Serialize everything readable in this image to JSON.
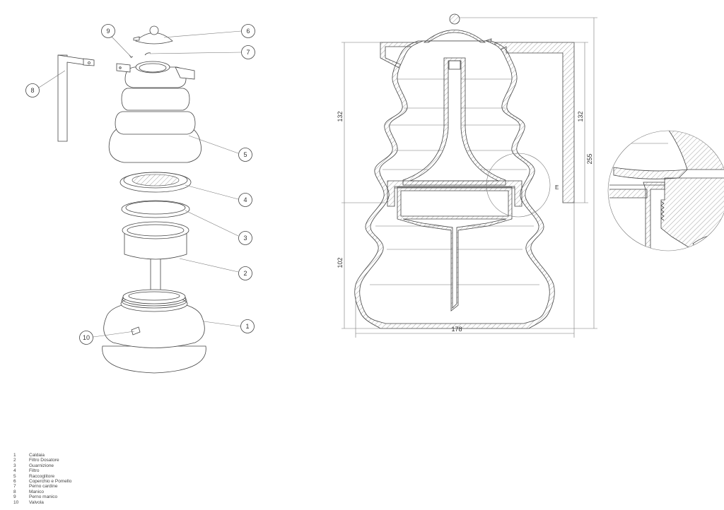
{
  "parts": [
    {
      "number": "1",
      "name": "Caldaia"
    },
    {
      "number": "2",
      "name": "Filtro Dosatore"
    },
    {
      "number": "3",
      "name": "Guarnizione"
    },
    {
      "number": "4",
      "name": "Filtro"
    },
    {
      "number": "5",
      "name": "Raccoglitore"
    },
    {
      "number": "6",
      "name": "Coperchio e Pomello"
    },
    {
      "number": "7",
      "name": "Perno cardine"
    },
    {
      "number": "8",
      "name": "Manico"
    },
    {
      "number": "9",
      "name": "Perno manico"
    },
    {
      "number": "10",
      "name": "Valvola"
    }
  ],
  "dimensions": {
    "upper_left": "132",
    "lower_left": "102",
    "upper_right": "132",
    "total_height": "255",
    "width": "178"
  },
  "detail_label": "E"
}
